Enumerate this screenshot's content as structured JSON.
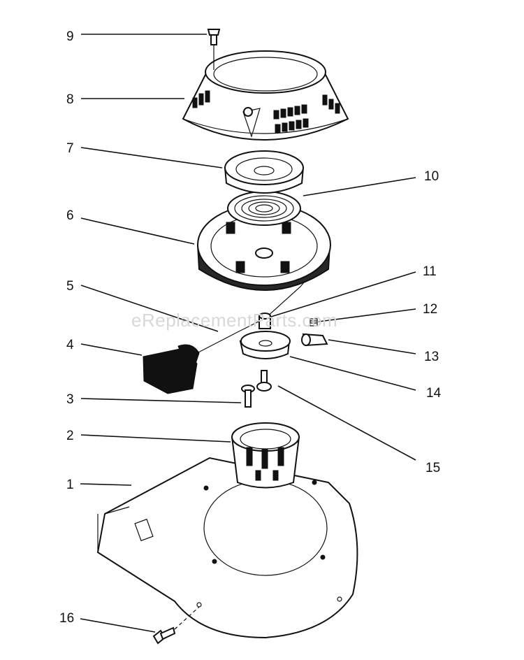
{
  "watermark": "eReplacementParts.com",
  "callouts": [
    {
      "id": "c1",
      "label": "1"
    },
    {
      "id": "c2",
      "label": "2"
    },
    {
      "id": "c3",
      "label": "3"
    },
    {
      "id": "c4",
      "label": "4"
    },
    {
      "id": "c5",
      "label": "5"
    },
    {
      "id": "c6",
      "label": "6"
    },
    {
      "id": "c7",
      "label": "7"
    },
    {
      "id": "c8",
      "label": "8"
    },
    {
      "id": "c9",
      "label": "9"
    },
    {
      "id": "c10",
      "label": "10"
    },
    {
      "id": "c11",
      "label": "11"
    },
    {
      "id": "c12",
      "label": "12"
    },
    {
      "id": "c13",
      "label": "13"
    },
    {
      "id": "c14",
      "label": "14"
    },
    {
      "id": "c15",
      "label": "15"
    },
    {
      "id": "c16",
      "label": "16"
    }
  ]
}
